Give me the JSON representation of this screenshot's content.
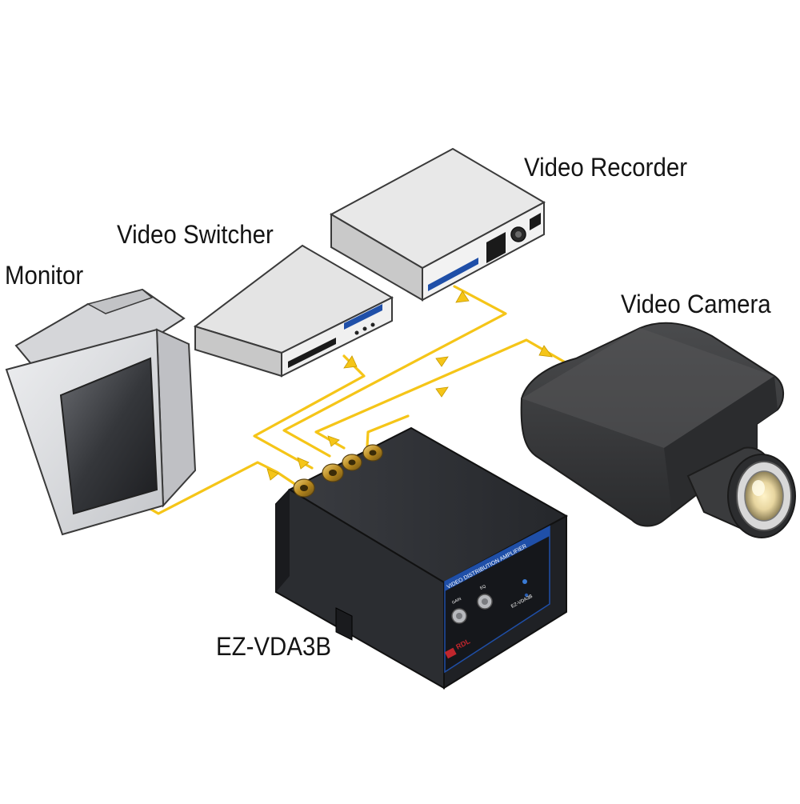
{
  "labels": {
    "monitor": "Monitor",
    "switcher": "Video Switcher",
    "recorder": "Video Recorder",
    "camera": "Video Camera",
    "amplifier": "EZ-VDA3B"
  },
  "amplifier_panel": {
    "header": "VIDEO DISTRIBUTION AMPLIFIER",
    "knob_left": "GAIN",
    "knob_right": "EQ",
    "model": "EZ-VDA3B",
    "brand": "RDL"
  },
  "colors": {
    "cable": "#f5c518",
    "amplifier_body": "#2b2d31",
    "camera_body": "#3b3c3e",
    "device_body": "#e6e6e6",
    "monitor_frame": "#d4d5d8",
    "screen": "#4b4d52",
    "accent_blue": "#1f4fa8"
  },
  "icons": [
    "bnc-connector-icon",
    "signal-arrow-icon"
  ]
}
